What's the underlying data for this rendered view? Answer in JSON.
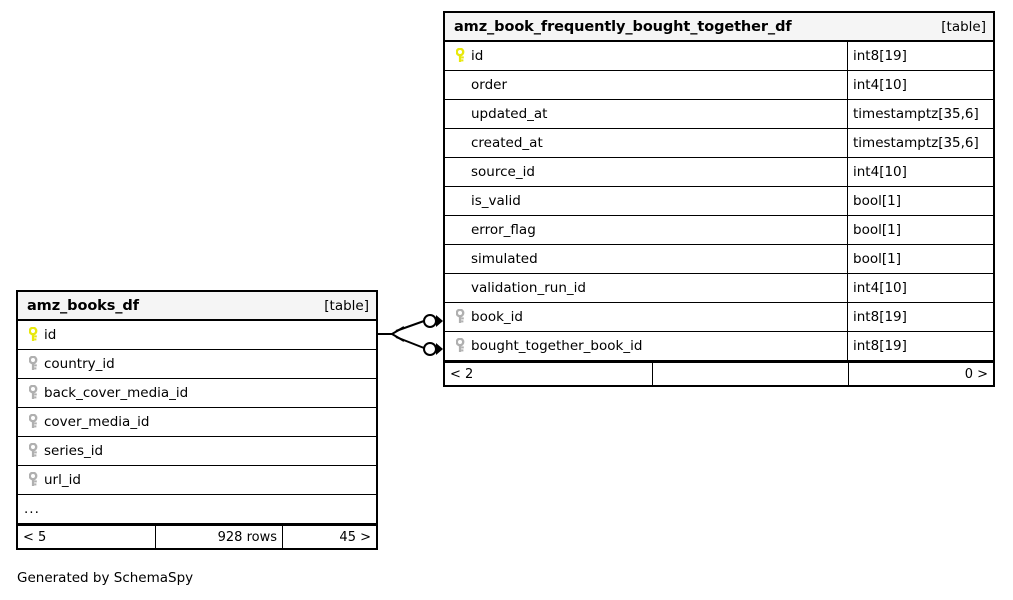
{
  "diagram": {
    "generator_text": "Generated by SchemaSpy",
    "table_tag": "[table]",
    "colors": {
      "primary_key": "#e8e80c",
      "foreign_key": "#b0b0b0",
      "border": "#000000",
      "header_background": "#f5f5f5",
      "page_background": "#ffffff"
    }
  },
  "tables": [
    {
      "id": "amz_books_df",
      "name": "amz_books_df",
      "tag": "[table]",
      "columns": [
        {
          "name": "id",
          "type": "",
          "key": "primary"
        },
        {
          "name": "country_id",
          "type": "",
          "key": "foreign"
        },
        {
          "name": "back_cover_media_id",
          "type": "",
          "key": "foreign"
        },
        {
          "name": "cover_media_id",
          "type": "",
          "key": "foreign"
        },
        {
          "name": "series_id",
          "type": "",
          "key": "foreign"
        },
        {
          "name": "url_id",
          "type": "",
          "key": "foreign"
        },
        {
          "name": "...",
          "type": "",
          "key": "none"
        }
      ],
      "footer": {
        "left": "< 5",
        "middle": "928 rows",
        "right": "45 >"
      }
    },
    {
      "id": "amz_book_frequently_bought_together_df",
      "name": "amz_book_frequently_bought_together_df",
      "tag": "[table]",
      "columns": [
        {
          "name": "id",
          "type": "int8[19]",
          "key": "primary"
        },
        {
          "name": "order",
          "type": "int4[10]",
          "key": "none"
        },
        {
          "name": "updated_at",
          "type": "timestamptz[35,6]",
          "key": "none"
        },
        {
          "name": "created_at",
          "type": "timestamptz[35,6]",
          "key": "none"
        },
        {
          "name": "source_id",
          "type": "int4[10]",
          "key": "none"
        },
        {
          "name": "is_valid",
          "type": "bool[1]",
          "key": "none"
        },
        {
          "name": "error_flag",
          "type": "bool[1]",
          "key": "none"
        },
        {
          "name": "simulated",
          "type": "bool[1]",
          "key": "none"
        },
        {
          "name": "validation_run_id",
          "type": "int4[10]",
          "key": "none"
        },
        {
          "name": "book_id",
          "type": "int8[19]",
          "key": "foreign"
        },
        {
          "name": "bought_together_book_id",
          "type": "int8[19]",
          "key": "foreign"
        }
      ],
      "footer": {
        "left": "< 2",
        "middle": "",
        "right": "0 >"
      }
    }
  ],
  "relationships": [
    {
      "from_table": "amz_books_df",
      "from_column": "id",
      "to_table": "amz_book_frequently_bought_together_df",
      "to_column": "book_id",
      "cardinality": "zero-or-many"
    },
    {
      "from_table": "amz_books_df",
      "from_column": "id",
      "to_table": "amz_book_frequently_bought_together_df",
      "to_column": "bought_together_book_id",
      "cardinality": "zero-or-many"
    }
  ]
}
